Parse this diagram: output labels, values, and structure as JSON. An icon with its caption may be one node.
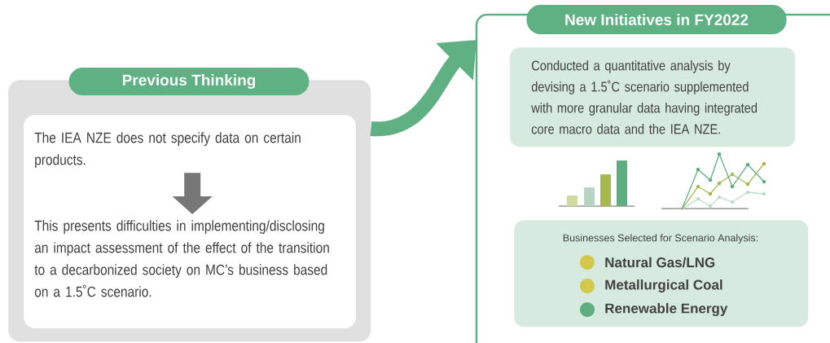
{
  "diagram": {
    "nodes": [
      {
        "text": [
          "Previous Thinking"
        ]
      },
      {
        "text": [
          "The IEA NZE does not specify data on certain products."
        ],
        "in": 0
      },
      {
        "text": [
          "This presents difficulties in implementing/disclosing an impact assessment of the effect of the transition to a decarbonized society on MC’s business based on a 1.5˚C scenario."
        ],
        "in": 0
      },
      {
        "text": [
          "New Initiatives in FY2022"
        ]
      },
      {
        "text": [
          "Conducted a quantitative analysis by devising a 1.5˚C scenario supplemented with more granular data having integrated core macro data and the IEA NZE."
        ],
        "in": 3
      },
      {
        "text": [
          "Businesses Selected for Scenario Analysis:"
        ],
        "in": 3
      }
    ],
    "edges": [
      {
        "from": 1,
        "to": 2,
        "arrow": "to",
        "color": "#777777"
      },
      {
        "from": 0,
        "to": 3,
        "arrow": "to",
        "color": "#5fb083"
      }
    ],
    "legend": [
      {
        "text": "Natural Gas/LNG",
        "color": "#d4c84a"
      },
      {
        "text": "Metallurgical Coal",
        "color": "#d4c84a"
      },
      {
        "text": "Renewable Energy",
        "color": "#5fae7f"
      }
    ]
  }
}
